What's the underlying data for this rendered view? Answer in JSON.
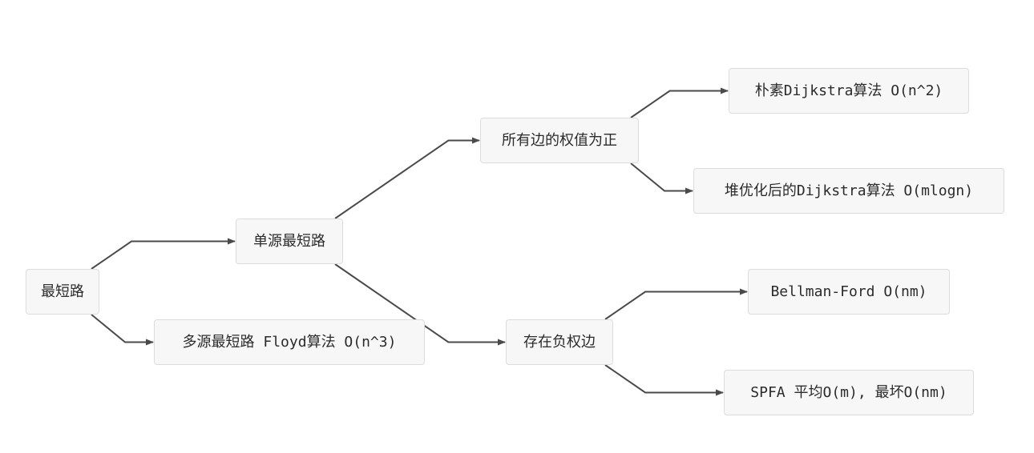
{
  "nodes": {
    "root": "最短路",
    "single_source": "单源最短路",
    "multi_source": "多源最短路 Floyd算法 O(n^3)",
    "positive_weights": "所有边的权值为正",
    "naive_dijkstra": "朴素Dijkstra算法 O(n^2)",
    "heap_dijkstra": "堆优化后的Dijkstra算法 O(mlogn)",
    "negative_weights": "存在负权边",
    "bellman_ford": "Bellman-Ford O(nm)",
    "spfa": "SPFA 平均O(m), 最坏O(nm)"
  },
  "edges": [
    {
      "from": "root",
      "to": "single_source"
    },
    {
      "from": "root",
      "to": "multi_source"
    },
    {
      "from": "single_source",
      "to": "positive_weights"
    },
    {
      "from": "single_source",
      "to": "negative_weights"
    },
    {
      "from": "positive_weights",
      "to": "naive_dijkstra"
    },
    {
      "from": "positive_weights",
      "to": "heap_dijkstra"
    },
    {
      "from": "negative_weights",
      "to": "bellman_ford"
    },
    {
      "from": "negative_weights",
      "to": "spfa"
    }
  ],
  "colors": {
    "node_fill": "#f7f7f7",
    "node_border": "#dcdcdc",
    "edge": "#4a4a4a",
    "text": "#2b2b2b"
  }
}
